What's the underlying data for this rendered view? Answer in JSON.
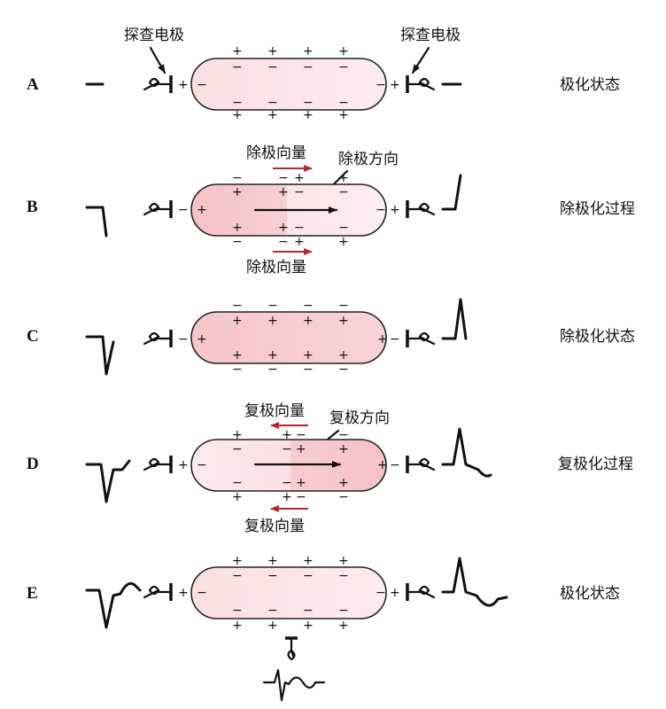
{
  "labels": {
    "probe_electrode": "探查电极",
    "depol_vector": "除极向量",
    "depol_direction": "除极方向",
    "repol_vector": "复极向量",
    "repol_direction": "复极方向"
  },
  "rows": [
    {
      "letter": "A",
      "state": "极化状态"
    },
    {
      "letter": "B",
      "state": "除极化过程"
    },
    {
      "letter": "C",
      "state": "除极化状态"
    },
    {
      "letter": "D",
      "state": "复极化过程"
    },
    {
      "letter": "E",
      "state": "极化状态"
    }
  ],
  "signs": {
    "plus": "+",
    "minus": "−"
  },
  "colors": {
    "cell_light": "#fde7e8",
    "cell_dark": "#f6c3c6",
    "arrow_red": "#b5272d"
  }
}
